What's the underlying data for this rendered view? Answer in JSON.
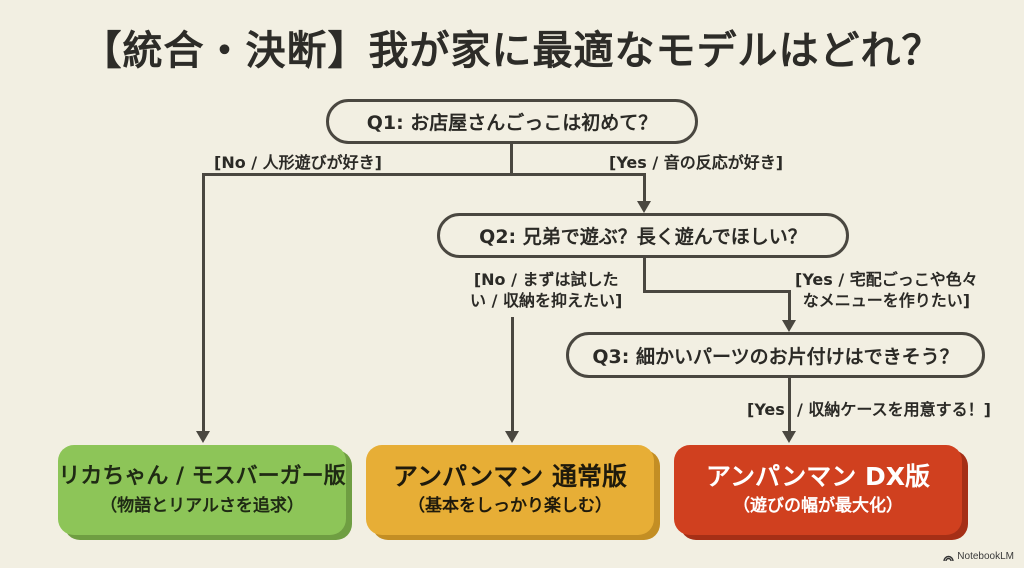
{
  "title": "【統合・決断】我が家に最適なモデルはどれ？",
  "colors": {
    "background": "#f2efe2",
    "line": "#4a4740",
    "green": "#8dc558",
    "green_shadow": "#6f9e42",
    "yellow": "#e7ae36",
    "yellow_shadow": "#c38e24",
    "red": "#d0401f",
    "red_shadow": "#a52f16"
  },
  "questions": {
    "q1": "Q1: お店屋さんごっこは初めて？",
    "q2": "Q2: 兄弟で遊ぶ？長く遊んでほしい？",
    "q3": "Q3: 細かいパーツのお片付けはできそう？"
  },
  "branches": {
    "q1_no": "[No / 人形遊びが好き]",
    "q1_yes": "[Yes / 音の反応が好き]",
    "q2_no_line1": "[No / まずは試した",
    "q2_no_line2": "い / 収納を抑えたい]",
    "q2_yes_line1": "[Yes / 宅配ごっこや色々",
    "q2_yes_line2": "なメニューを作りたい]",
    "q3_yes_a": "[Yes",
    "q3_yes_b": "/ 収納ケースを用意する！]"
  },
  "results": [
    {
      "name": "リカちゃん / モスバーガー版",
      "desc": "（物語とリアルさを追求）"
    },
    {
      "name": "アンパンマン 通常版",
      "desc": "（基本をしっかり楽しむ）"
    },
    {
      "name": "アンパンマン DX版",
      "desc": "（遊びの幅が最大化）"
    }
  ],
  "brand": "NotebookLM"
}
